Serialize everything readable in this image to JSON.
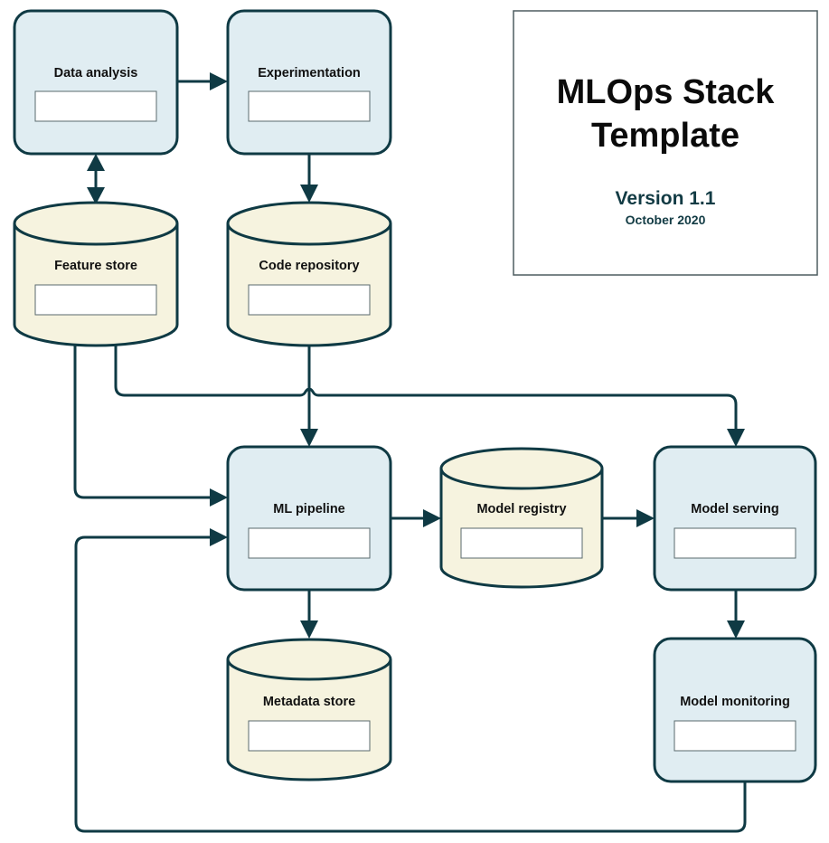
{
  "title_card": {
    "title_line1": "MLOps Stack",
    "title_line2": "Template",
    "version": "Version 1.1",
    "date": "October 2020"
  },
  "colors": {
    "stroke": "#0f3a44",
    "process_fill": "#e0edf2",
    "storage_fill": "#f6f3df",
    "field_fill": "#ffffff"
  },
  "nodes": {
    "data_analysis": {
      "label": "Data analysis",
      "type": "process",
      "field_value": ""
    },
    "experimentation": {
      "label": "Experimentation",
      "type": "process",
      "field_value": ""
    },
    "feature_store": {
      "label": "Feature store",
      "type": "storage",
      "field_value": ""
    },
    "code_repository": {
      "label": "Code repository",
      "type": "storage",
      "field_value": ""
    },
    "ml_pipeline": {
      "label": "ML pipeline",
      "type": "process",
      "field_value": ""
    },
    "model_registry": {
      "label": "Model registry",
      "type": "storage",
      "field_value": ""
    },
    "model_serving": {
      "label": "Model serving",
      "type": "process",
      "field_value": ""
    },
    "metadata_store": {
      "label": "Metadata store",
      "type": "storage",
      "field_value": ""
    },
    "model_monitoring": {
      "label": "Model monitoring",
      "type": "process",
      "field_value": ""
    }
  },
  "edges": [
    {
      "from": "Data analysis",
      "to": "Experimentation"
    },
    {
      "from": "Data analysis",
      "to": "Feature store",
      "bidirectional": true
    },
    {
      "from": "Experimentation",
      "to": "Code repository"
    },
    {
      "from": "Code repository",
      "to": "ML pipeline"
    },
    {
      "from": "Feature store",
      "to": "ML pipeline"
    },
    {
      "from": "Feature store",
      "to": "Model serving"
    },
    {
      "from": "ML pipeline",
      "to": "Model registry"
    },
    {
      "from": "ML pipeline",
      "to": "Metadata store"
    },
    {
      "from": "Model registry",
      "to": "Model serving"
    },
    {
      "from": "Model serving",
      "to": "Model monitoring"
    },
    {
      "from": "Model monitoring",
      "to": "ML pipeline"
    }
  ]
}
